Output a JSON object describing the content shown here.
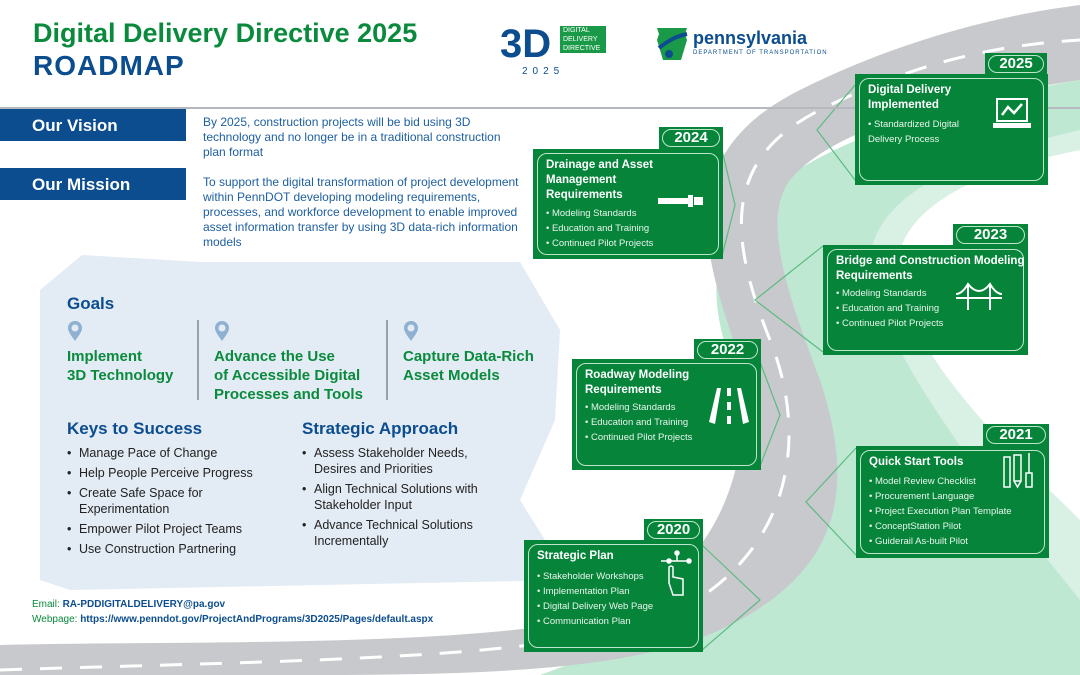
{
  "header": {
    "title_line1": "Digital Delivery Directive 2025",
    "title_line2": "ROADMAP"
  },
  "logo_3d": {
    "big": "3D",
    "tag_lines": [
      "DIGITAL",
      "DELIVERY",
      "DIRECTIVE"
    ],
    "year": "2025"
  },
  "logo_pa": {
    "name": "pennsylvania",
    "dept": "DEPARTMENT OF TRANSPORTATION"
  },
  "vision": {
    "label": "Our Vision",
    "text": "By 2025, construction projects will be bid using 3D technology and no longer be in a traditional construction plan format"
  },
  "mission": {
    "label": "Our Mission",
    "text": "To support the digital transformation of project development within PennDOT developing modeling requirements, processes, and workforce development to enable improved asset information transfer by using 3D data-rich information models"
  },
  "goals": {
    "heading": "Goals",
    "items": [
      {
        "line1": "Implement",
        "line2": "3D Technology",
        "line3": ""
      },
      {
        "line1": "Advance the Use",
        "line2": "of Accessible Digital",
        "line3": "Processes and Tools"
      },
      {
        "line1": "Capture Data-Rich",
        "line2": "Asset Models",
        "line3": ""
      }
    ]
  },
  "keys": {
    "heading": "Keys to Success",
    "items": [
      "Manage Pace of Change",
      "Help People Perceive Progress",
      "Create Safe Space for Experimentation",
      "Empower Pilot Project Teams",
      "Use Construction Partnering"
    ]
  },
  "approach": {
    "heading": "Strategic Approach",
    "items": [
      "Assess Stakeholder Needs, Desires and Priorities",
      "Align Technical Solutions with Stakeholder Input",
      "Advance Technical Solutions Incrementally"
    ]
  },
  "contact": {
    "email_label": "Email:",
    "email": "RA-PDDIGITALDELIVERY@pa.gov",
    "web_label": "Webpage:",
    "web": "https://www.penndot.gov/ProjectAndPrograms/3D2025/Pages/default.aspx"
  },
  "milestones": [
    {
      "year": "2025",
      "title": "Digital Delivery Implemented",
      "items": [
        "Standardized Digital Delivery Process"
      ],
      "icon": "laptop-chart-icon"
    },
    {
      "year": "2024",
      "title": "Drainage and Asset Management Requirements",
      "items": [
        "Modeling Standards",
        "Education and Training",
        "Continued Pilot Projects"
      ],
      "icon": "pipe-icon"
    },
    {
      "year": "2023",
      "title": "Bridge and Construction Modeling Requirements",
      "items": [
        "Modeling Standards",
        "Education and Training",
        "Continued Pilot Projects"
      ],
      "icon": "bridge-icon"
    },
    {
      "year": "2022",
      "title": "Roadway Modeling Requirements",
      "items": [
        "Modeling Standards",
        "Education and Training",
        "Continued Pilot Projects"
      ],
      "icon": "road-icon"
    },
    {
      "year": "2021",
      "title": "Quick Start Tools",
      "items": [
        "Model Review Checklist",
        "Procurement Language",
        "Project Execution Plan Template",
        "ConceptStation Pilot",
        "Guiderail As-built Pilot"
      ],
      "icon": "tools-icon"
    },
    {
      "year": "2020",
      "title": "Strategic Plan",
      "items": [
        "Stakeholder Workshops",
        "Implementation Plan",
        "Digital Delivery Web Page",
        "Communication Plan"
      ],
      "icon": "hand-pointer-icon"
    }
  ],
  "colors": {
    "green": "#06853a",
    "blue": "#0b4d8f",
    "road": "#c8c9cc",
    "mint": "#bfe8d3",
    "map": "#e3ebf4"
  }
}
